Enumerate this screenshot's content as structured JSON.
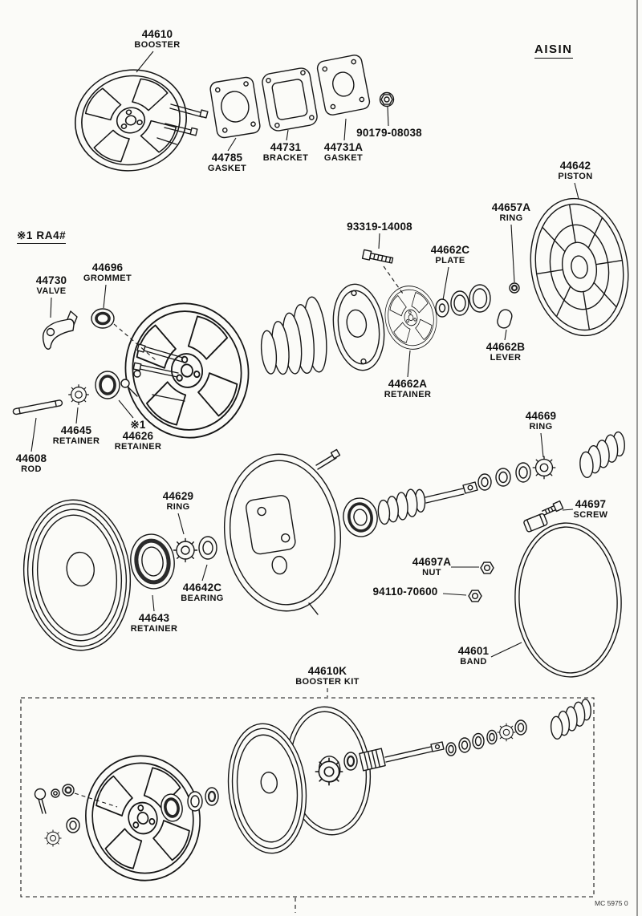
{
  "header": {
    "brand": "AISIN"
  },
  "note": {
    "text": "※1 RA4#"
  },
  "footer": {
    "code": "MC  5975 0"
  },
  "labels": {
    "booster": {
      "num": "44610",
      "name": "BOOSTER"
    },
    "gasket_front": {
      "num": "44785",
      "name": "GASKET"
    },
    "bracket": {
      "num": "44731",
      "name": "BRACKET"
    },
    "gasket_rear": {
      "num": "44731A",
      "name": "GASKET"
    },
    "nut_90179": {
      "num": "90179-08038"
    },
    "piston": {
      "num": "44642",
      "name": "PISTON"
    },
    "ring_44657a": {
      "num": "44657A",
      "name": "RING"
    },
    "screw_93319": {
      "num": "93319-14008"
    },
    "plate_44662c": {
      "num": "44662C",
      "name": "PLATE"
    },
    "grommet": {
      "num": "44696",
      "name": "GROMMET"
    },
    "valve": {
      "num": "44730",
      "name": "VALVE"
    },
    "lever": {
      "num": "44662B",
      "name": "LEVER"
    },
    "retainer_44662a": {
      "num": "44662A",
      "name": "RETAINER"
    },
    "retainer_44645": {
      "num": "44645",
      "name": "RETAINER"
    },
    "retainer_44626": {
      "prefix": "※1",
      "num": "44626",
      "name": "RETAINER"
    },
    "rod": {
      "num": "44608",
      "name": "ROD"
    },
    "ring_44669": {
      "num": "44669",
      "name": "RING"
    },
    "screw_44697": {
      "num": "44697",
      "name": "SCREW"
    },
    "ring_44629": {
      "num": "44629",
      "name": "RING"
    },
    "nut_44697a": {
      "num": "44697A",
      "name": "NUT"
    },
    "nut_94110": {
      "num": "94110-70600"
    },
    "bearing": {
      "num": "44642C",
      "name": "BEARING"
    },
    "retainer_44643": {
      "num": "44643",
      "name": "RETAINER"
    },
    "band": {
      "num": "44601",
      "name": "BAND"
    },
    "booster_kit": {
      "num": "44610K",
      "name": "BOOSTER KIT"
    }
  }
}
